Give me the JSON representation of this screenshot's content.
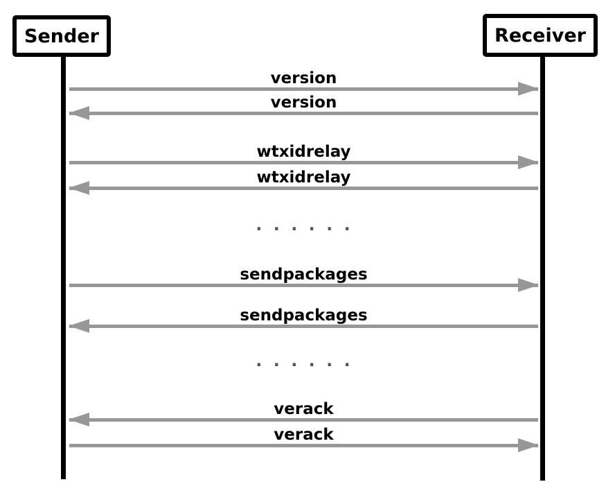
{
  "diagram": {
    "type": "sequence-diagram",
    "background_color": "#ffffff",
    "arrow_color": "#979797",
    "lifeline_color": "#000000",
    "label_color": "#000000",
    "ellipsis_color": "#555555"
  },
  "actors": {
    "sender": {
      "label": "Sender"
    },
    "receiver": {
      "label": "Receiver"
    }
  },
  "messages": [
    {
      "label": "version",
      "from": "sender",
      "to": "receiver",
      "direction": "right"
    },
    {
      "label": "version",
      "from": "receiver",
      "to": "sender",
      "direction": "left"
    },
    {
      "label": "wtxidrelay",
      "from": "sender",
      "to": "receiver",
      "direction": "right"
    },
    {
      "label": "wtxidrelay",
      "from": "receiver",
      "to": "sender",
      "direction": "left"
    },
    {
      "label": ". . . . . .",
      "type": "ellipsis"
    },
    {
      "label": "sendpackages",
      "from": "sender",
      "to": "receiver",
      "direction": "right"
    },
    {
      "label": "sendpackages",
      "from": "receiver",
      "to": "sender",
      "direction": "left"
    },
    {
      "label": ". . . . . .",
      "type": "ellipsis"
    },
    {
      "label": "verack",
      "from": "receiver",
      "to": "sender",
      "direction": "left"
    },
    {
      "label": "verack",
      "from": "sender",
      "to": "receiver",
      "direction": "right"
    }
  ]
}
